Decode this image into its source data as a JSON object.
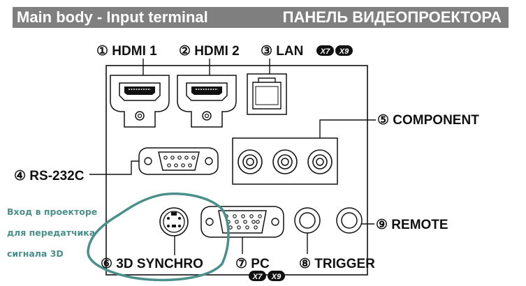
{
  "header": {
    "left": "Main body - Input terminal",
    "right": "ПАНЕЛЬ ВИДЕОПРОЕКТОРА"
  },
  "labels": {
    "hdmi1": "① HDMI 1",
    "hdmi2": "② HDMI 2",
    "lan": "③ LAN",
    "rs232c": "④ RS-232C",
    "component": "⑤ COMPONENT",
    "synchro": "⑥ 3D SYNCHRO",
    "pc": "⑦ PC",
    "trigger": "⑧ TRIGGER",
    "remote": "⑨ REMOTE"
  },
  "badges": {
    "x7": "X7",
    "x9": "X9"
  },
  "annotation": {
    "line1": "Вход в проекторе",
    "line2": "для передатчика",
    "line3": "сигнала  3D"
  },
  "colors": {
    "header_bg": "#7f7f7f",
    "annotation": "#4a8f8a"
  }
}
